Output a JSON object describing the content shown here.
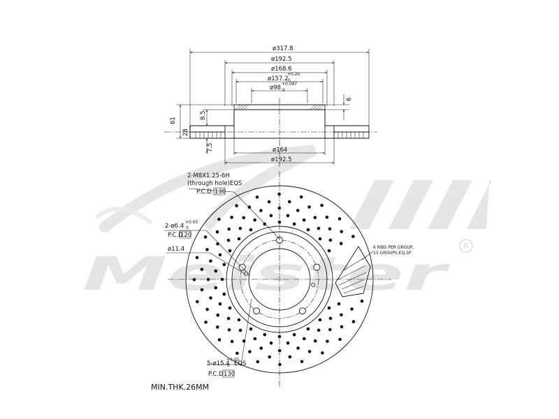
{
  "watermark": {
    "text": "Meister",
    "trademark": "R"
  },
  "section_view": {
    "dims_top": [
      {
        "label": "ø317.8"
      },
      {
        "label": "ø192.5"
      },
      {
        "label": "ø168.6"
      },
      {
        "label": "ø157.2",
        "tol_upper": "+0.25",
        "tol_lower": "0"
      },
      {
        "label": "ø98",
        "tol_upper": "+0.087",
        "tol_lower": "0"
      }
    ],
    "dims_bottom": [
      {
        "label": "ø164"
      },
      {
        "label": "ø192.5"
      }
    ],
    "dims_side": [
      "61",
      "28",
      "8.5",
      "7.5",
      "6"
    ]
  },
  "face_view": {
    "callouts": {
      "thread_line1": "2-M8X1.25-6H",
      "thread_line2": "(through hole)EQS",
      "thread_pcd": "P.C.D",
      "thread_pcd_value": "130",
      "pin_prefix": "2-ø6.4",
      "pin_tol_upper": "+0.05",
      "pin_tol_lower": "0",
      "pin_pcd": "P.C.D",
      "pin_pcd_value": "120",
      "hole_small": "ø11.4",
      "bolt_prefix": "5-ø15.4",
      "bolt_tol_upper": "+0.05",
      "bolt_tol_lower": "0",
      "bolt_suffix": "EQS",
      "bolt_pcd": "P.C.D",
      "bolt_pcd_value": "130",
      "ribs_line1": "6 RIBS PER GROUP,",
      "ribs_line2": "15 GROUPS EQ.SP"
    }
  },
  "footer": {
    "min_thickness": "MIN.THK.26MM"
  }
}
